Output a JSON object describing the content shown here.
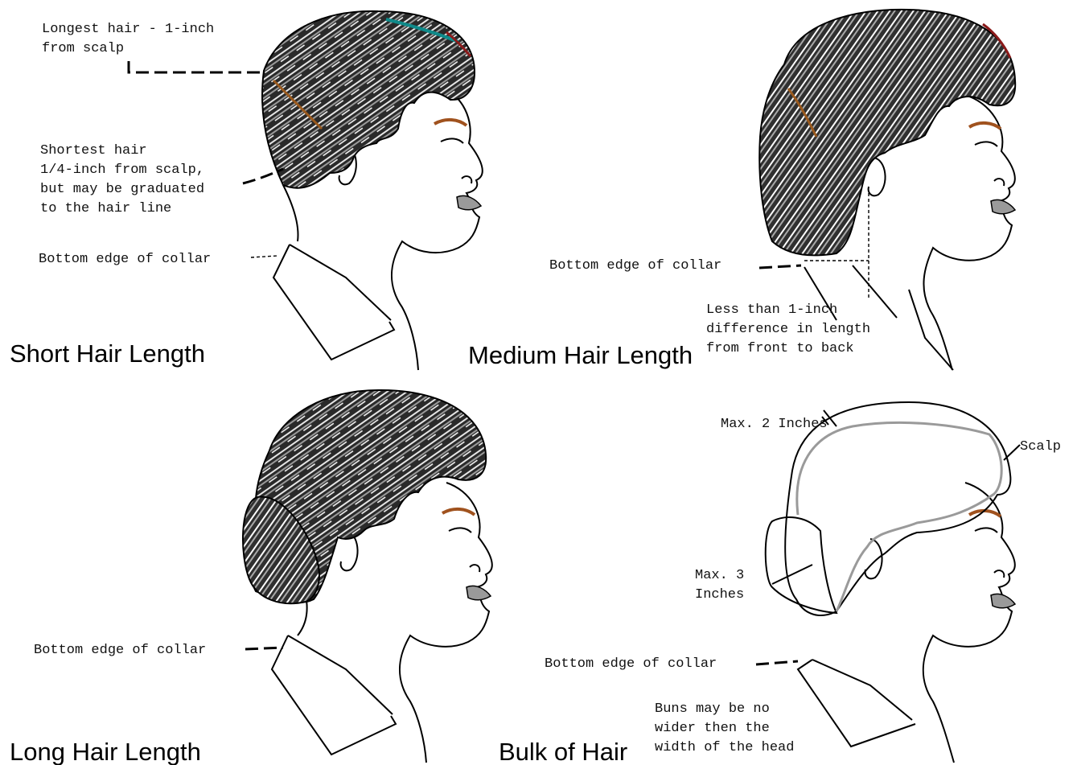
{
  "colors": {
    "hair_dark": "#1e1e1e",
    "hair_mid": "#8c8c8c",
    "hair_light": "#e8e8e8",
    "highlight_teal": "#0f8a8a",
    "highlight_brown": "#9a5a1e",
    "lip": "#9a9a9a",
    "brow": "#a0521e"
  },
  "panels": {
    "short": {
      "title": "Short Hair Length",
      "label_longest": [
        "Longest hair - 1-inch",
        "from scalp"
      ],
      "label_shortest": [
        "Shortest hair",
        "1/4-inch from scalp,",
        "but may be graduated",
        "to the hair line"
      ],
      "label_collar": "Bottom edge of collar"
    },
    "medium": {
      "title": "Medium Hair Length",
      "label_collar": "Bottom edge of collar",
      "label_difference": [
        "Less than 1-inch",
        "difference in length",
        "from front to back"
      ]
    },
    "long": {
      "title": "Long Hair Length",
      "label_collar": "Bottom edge of collar"
    },
    "bulk": {
      "title": "Bulk of Hair",
      "label_max2": "Max. 2 Inches",
      "label_scalp": "Scalp",
      "label_max3": [
        "Max. 3",
        "Inches"
      ],
      "label_collar": "Bottom edge of collar",
      "label_buns": [
        "Buns may be no",
        "wider then the",
        "width of the head"
      ]
    }
  }
}
